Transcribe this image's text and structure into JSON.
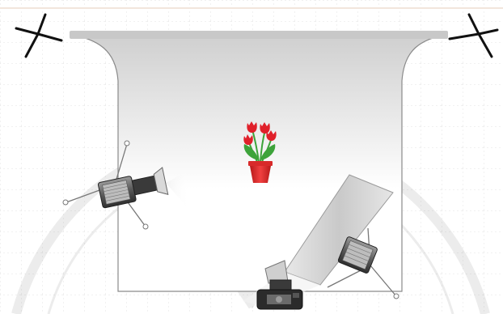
{
  "scene": {
    "items": [
      {
        "id": "backdrop-stand-left",
        "icon": "light-stand-icon"
      },
      {
        "id": "backdrop-stand-right",
        "icon": "light-stand-icon"
      },
      {
        "id": "paper-backdrop",
        "icon": "backdrop-sweep-icon"
      },
      {
        "id": "subject",
        "icon": "flower-pot-icon",
        "color_flower": "#e0202a",
        "color_leaf": "#3da33a",
        "color_pot": "#d82a2a"
      },
      {
        "id": "snoot-light",
        "icon": "studio-light-icon"
      },
      {
        "id": "softbox-light",
        "icon": "softbox-icon"
      },
      {
        "id": "diffuser-panel",
        "icon": "diffuser-panel-icon"
      },
      {
        "id": "camera",
        "icon": "camera-icon"
      }
    ],
    "background": {
      "grid": true,
      "watermark": "university-seal-watermark"
    }
  }
}
